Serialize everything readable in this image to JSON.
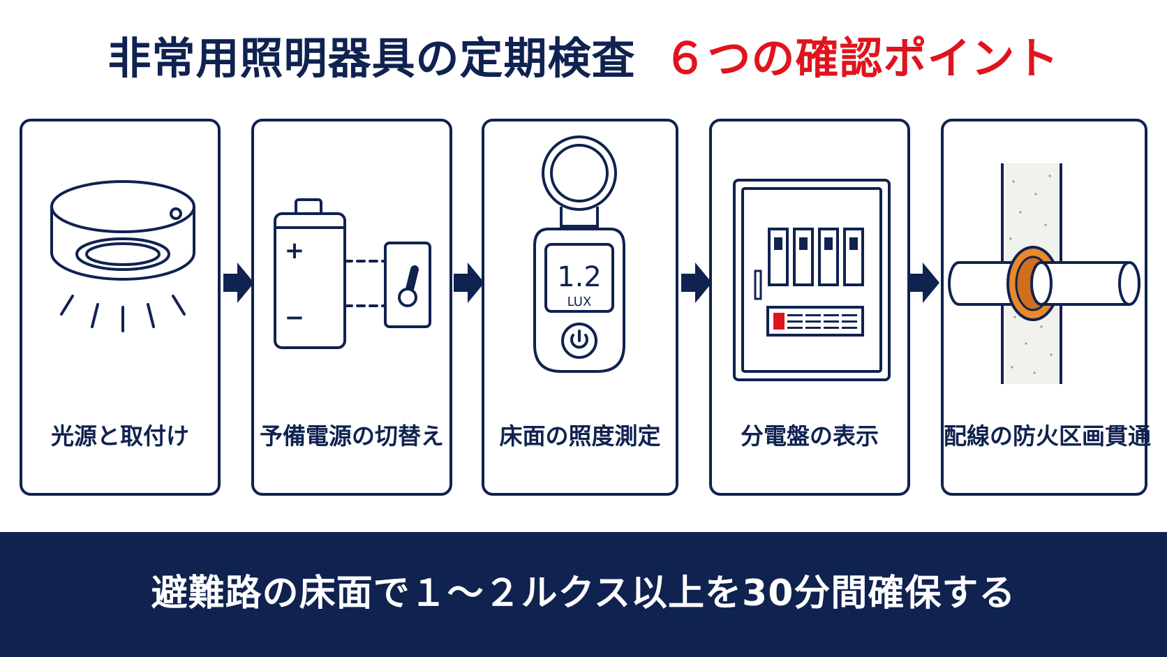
{
  "title": {
    "main": "非常用照明器具の定期検査",
    "accent": "６つの確認ポイント"
  },
  "steps": [
    {
      "label": "光源と取付け",
      "icon": "ceiling-light-icon"
    },
    {
      "label": "予備電源の切替え",
      "icon": "battery-switch-icon"
    },
    {
      "label": "床面の照度測定",
      "icon": "lux-meter-icon",
      "meter_value": "1.2",
      "meter_unit": "LUX"
    },
    {
      "label": "分電盤の表示",
      "icon": "distribution-panel-icon"
    },
    {
      "label": "配線の防火区画貫通",
      "icon": "pipe-penetration-icon"
    }
  ],
  "battery": {
    "plus": "+",
    "minus": "−"
  },
  "footer": {
    "text": "避難路の床面で１～２ルクス以上を30分間確保する"
  },
  "colors": {
    "navy": "#0f2250",
    "red": "#e0141e",
    "orange": "#e8892b",
    "white": "#ffffff"
  }
}
